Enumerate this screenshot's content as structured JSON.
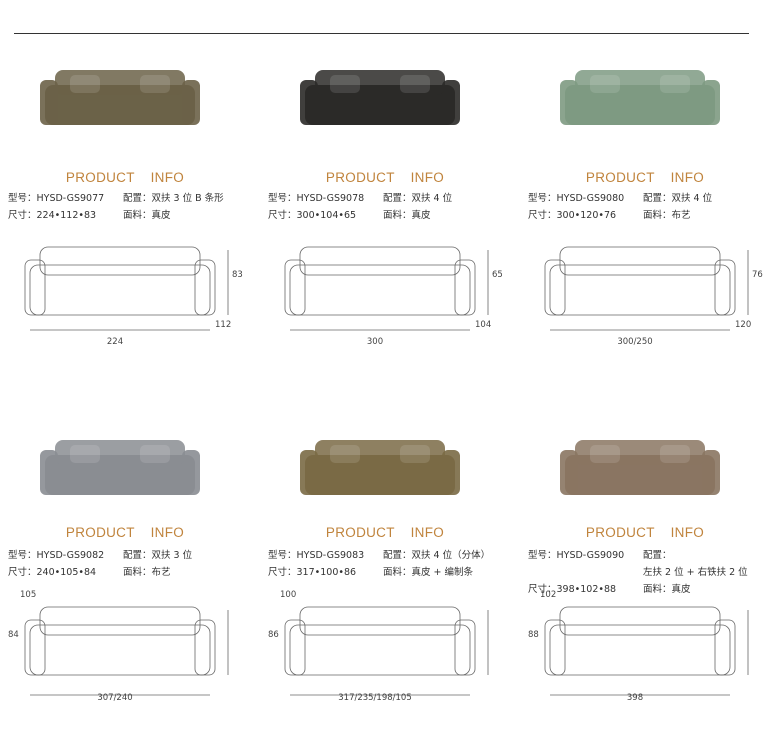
{
  "section_title": "PRODUCT  INFO",
  "labels": {
    "model": "型号：",
    "config": "配置：",
    "size": "尺寸：",
    "material": "面料："
  },
  "products": [
    {
      "model": "HYSD-GS9077",
      "config": "双扶 3 位 B 条形",
      "size": "224•112•83",
      "material": "真皮",
      "dims": [
        "224",
        "112",
        "83"
      ],
      "color": "#6b6248"
    },
    {
      "model": "HYSD-GS9078",
      "config": "双扶 4 位",
      "size": "300•104•65",
      "material": "真皮",
      "dims": [
        "300",
        "104",
        "65"
      ],
      "color": "#2b2a28"
    },
    {
      "model": "HYSD-GS9080",
      "config": "双扶 4 位",
      "size": "300•120•76",
      "material": "布艺",
      "dims": [
        "300/250",
        "120",
        "76"
      ],
      "color": "#7e9a82"
    },
    {
      "model": "HYSD-GS9082",
      "config": "双扶 3 位",
      "size": "240•105•84",
      "material": "布艺",
      "dims": [
        "307/240",
        "105",
        "84"
      ],
      "color": "#8a8d92"
    },
    {
      "model": "HYSD-GS9083",
      "config": "双扶 4 位（分体）",
      "size": "317•100•86",
      "material": "真皮 + 编制条",
      "dims": [
        "317/235/198/105",
        "100",
        "86"
      ],
      "color": "#7a6a45"
    },
    {
      "model": "HYSD-GS9090",
      "config": "左扶 2 位 + 右铁扶 2 位",
      "size": "398•102•88",
      "material": "真皮",
      "dims": [
        "398",
        "102",
        "88"
      ],
      "color": "#8a7562"
    }
  ]
}
